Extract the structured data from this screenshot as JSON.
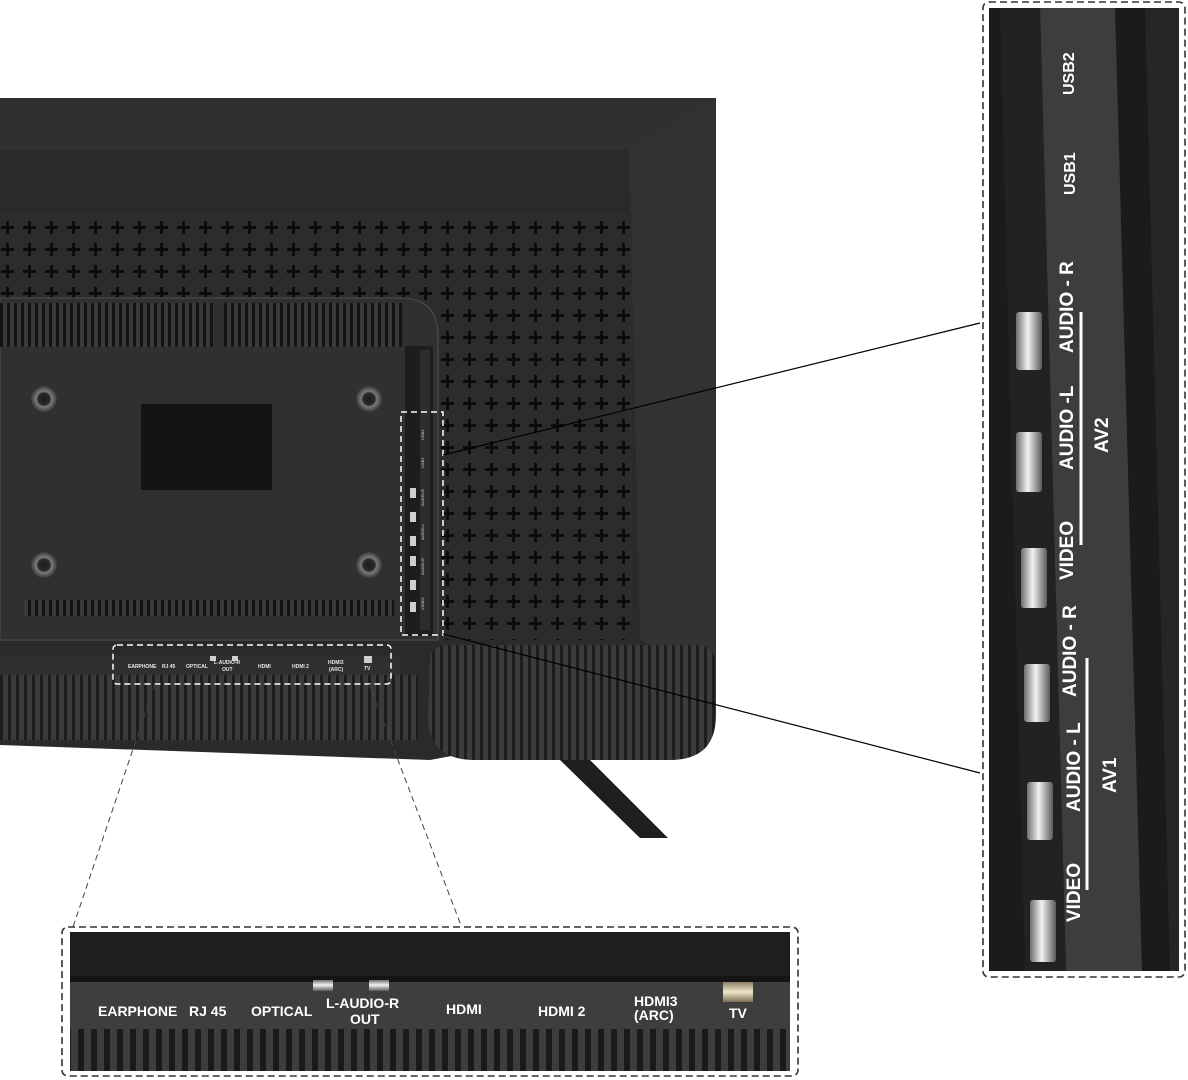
{
  "bottom_panel": {
    "labels": {
      "earphone": "EARPHONE",
      "rj45": "RJ 45",
      "optical": "OPTICAL",
      "audio_out_line1": "L-AUDIO-R",
      "audio_out_line2": "OUT",
      "hdmi": "HDMI",
      "hdmi2": "HDMI 2",
      "hdmi3_line1": "HDMI3",
      "hdmi3_line2": "(ARC)",
      "tv": "TV"
    }
  },
  "side_panel": {
    "labels": {
      "usb2": "USB2",
      "usb1": "USB1",
      "av2_audio_r": "AUDIO - R",
      "av2_audio_l": "AUDIO -L",
      "av2_video": "VIDEO",
      "av2_group": "AV2",
      "av1_audio_r": "AUDIO - R",
      "av1_audio_l": "AUDIO - L",
      "av1_video": "VIDEO",
      "av1_group": "AV1"
    }
  },
  "colors": {
    "tv_body": "#2b2b2b",
    "tv_edge": "#3a3a3a",
    "panel_dark": "#1e1e1e",
    "callout_border": "#333333",
    "label_text": "#ffffff"
  }
}
